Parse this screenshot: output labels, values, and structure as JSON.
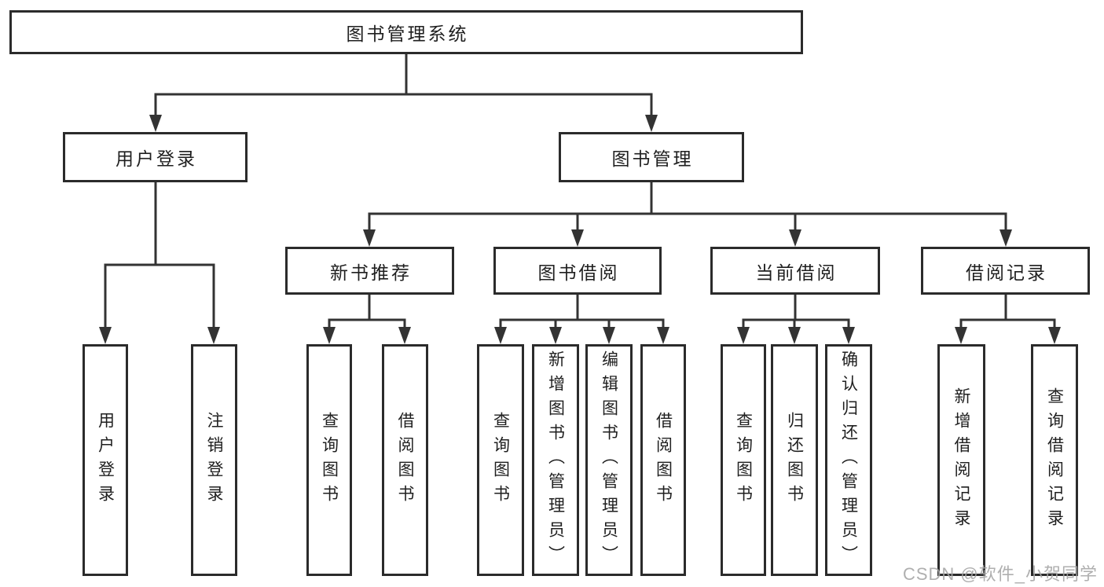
{
  "root": {
    "label": "图书管理系统"
  },
  "level2": [
    {
      "label": "用户登录"
    },
    {
      "label": "图书管理"
    }
  ],
  "level3": [
    {
      "label": "新书推荐"
    },
    {
      "label": "图书借阅"
    },
    {
      "label": "当前借阅"
    },
    {
      "label": "借阅记录"
    }
  ],
  "leaves": {
    "user_login": [
      {
        "label": "用户登录"
      },
      {
        "label": "注销登录"
      }
    ],
    "new_book_recommend": [
      {
        "label": "查询图书"
      },
      {
        "label": "借阅图书"
      }
    ],
    "book_borrow": [
      {
        "label": "查询图书"
      },
      {
        "label": "新增图书（管理员）"
      },
      {
        "label": "编辑图书（管理员）"
      },
      {
        "label": "借阅图书"
      }
    ],
    "current_borrow": [
      {
        "label": "查询图书"
      },
      {
        "label": "归还图书"
      },
      {
        "label": "确认归还（管理员）"
      }
    ],
    "borrow_record": [
      {
        "label": "新增借阅记录"
      },
      {
        "label": "查询借阅记录"
      }
    ]
  },
  "watermark": "CSDN @软件_小贺同学",
  "colors": {
    "line": "#333333",
    "border": "#2b2b2b",
    "text": "#1f1f1f",
    "watermark": "#a4a4a4"
  }
}
